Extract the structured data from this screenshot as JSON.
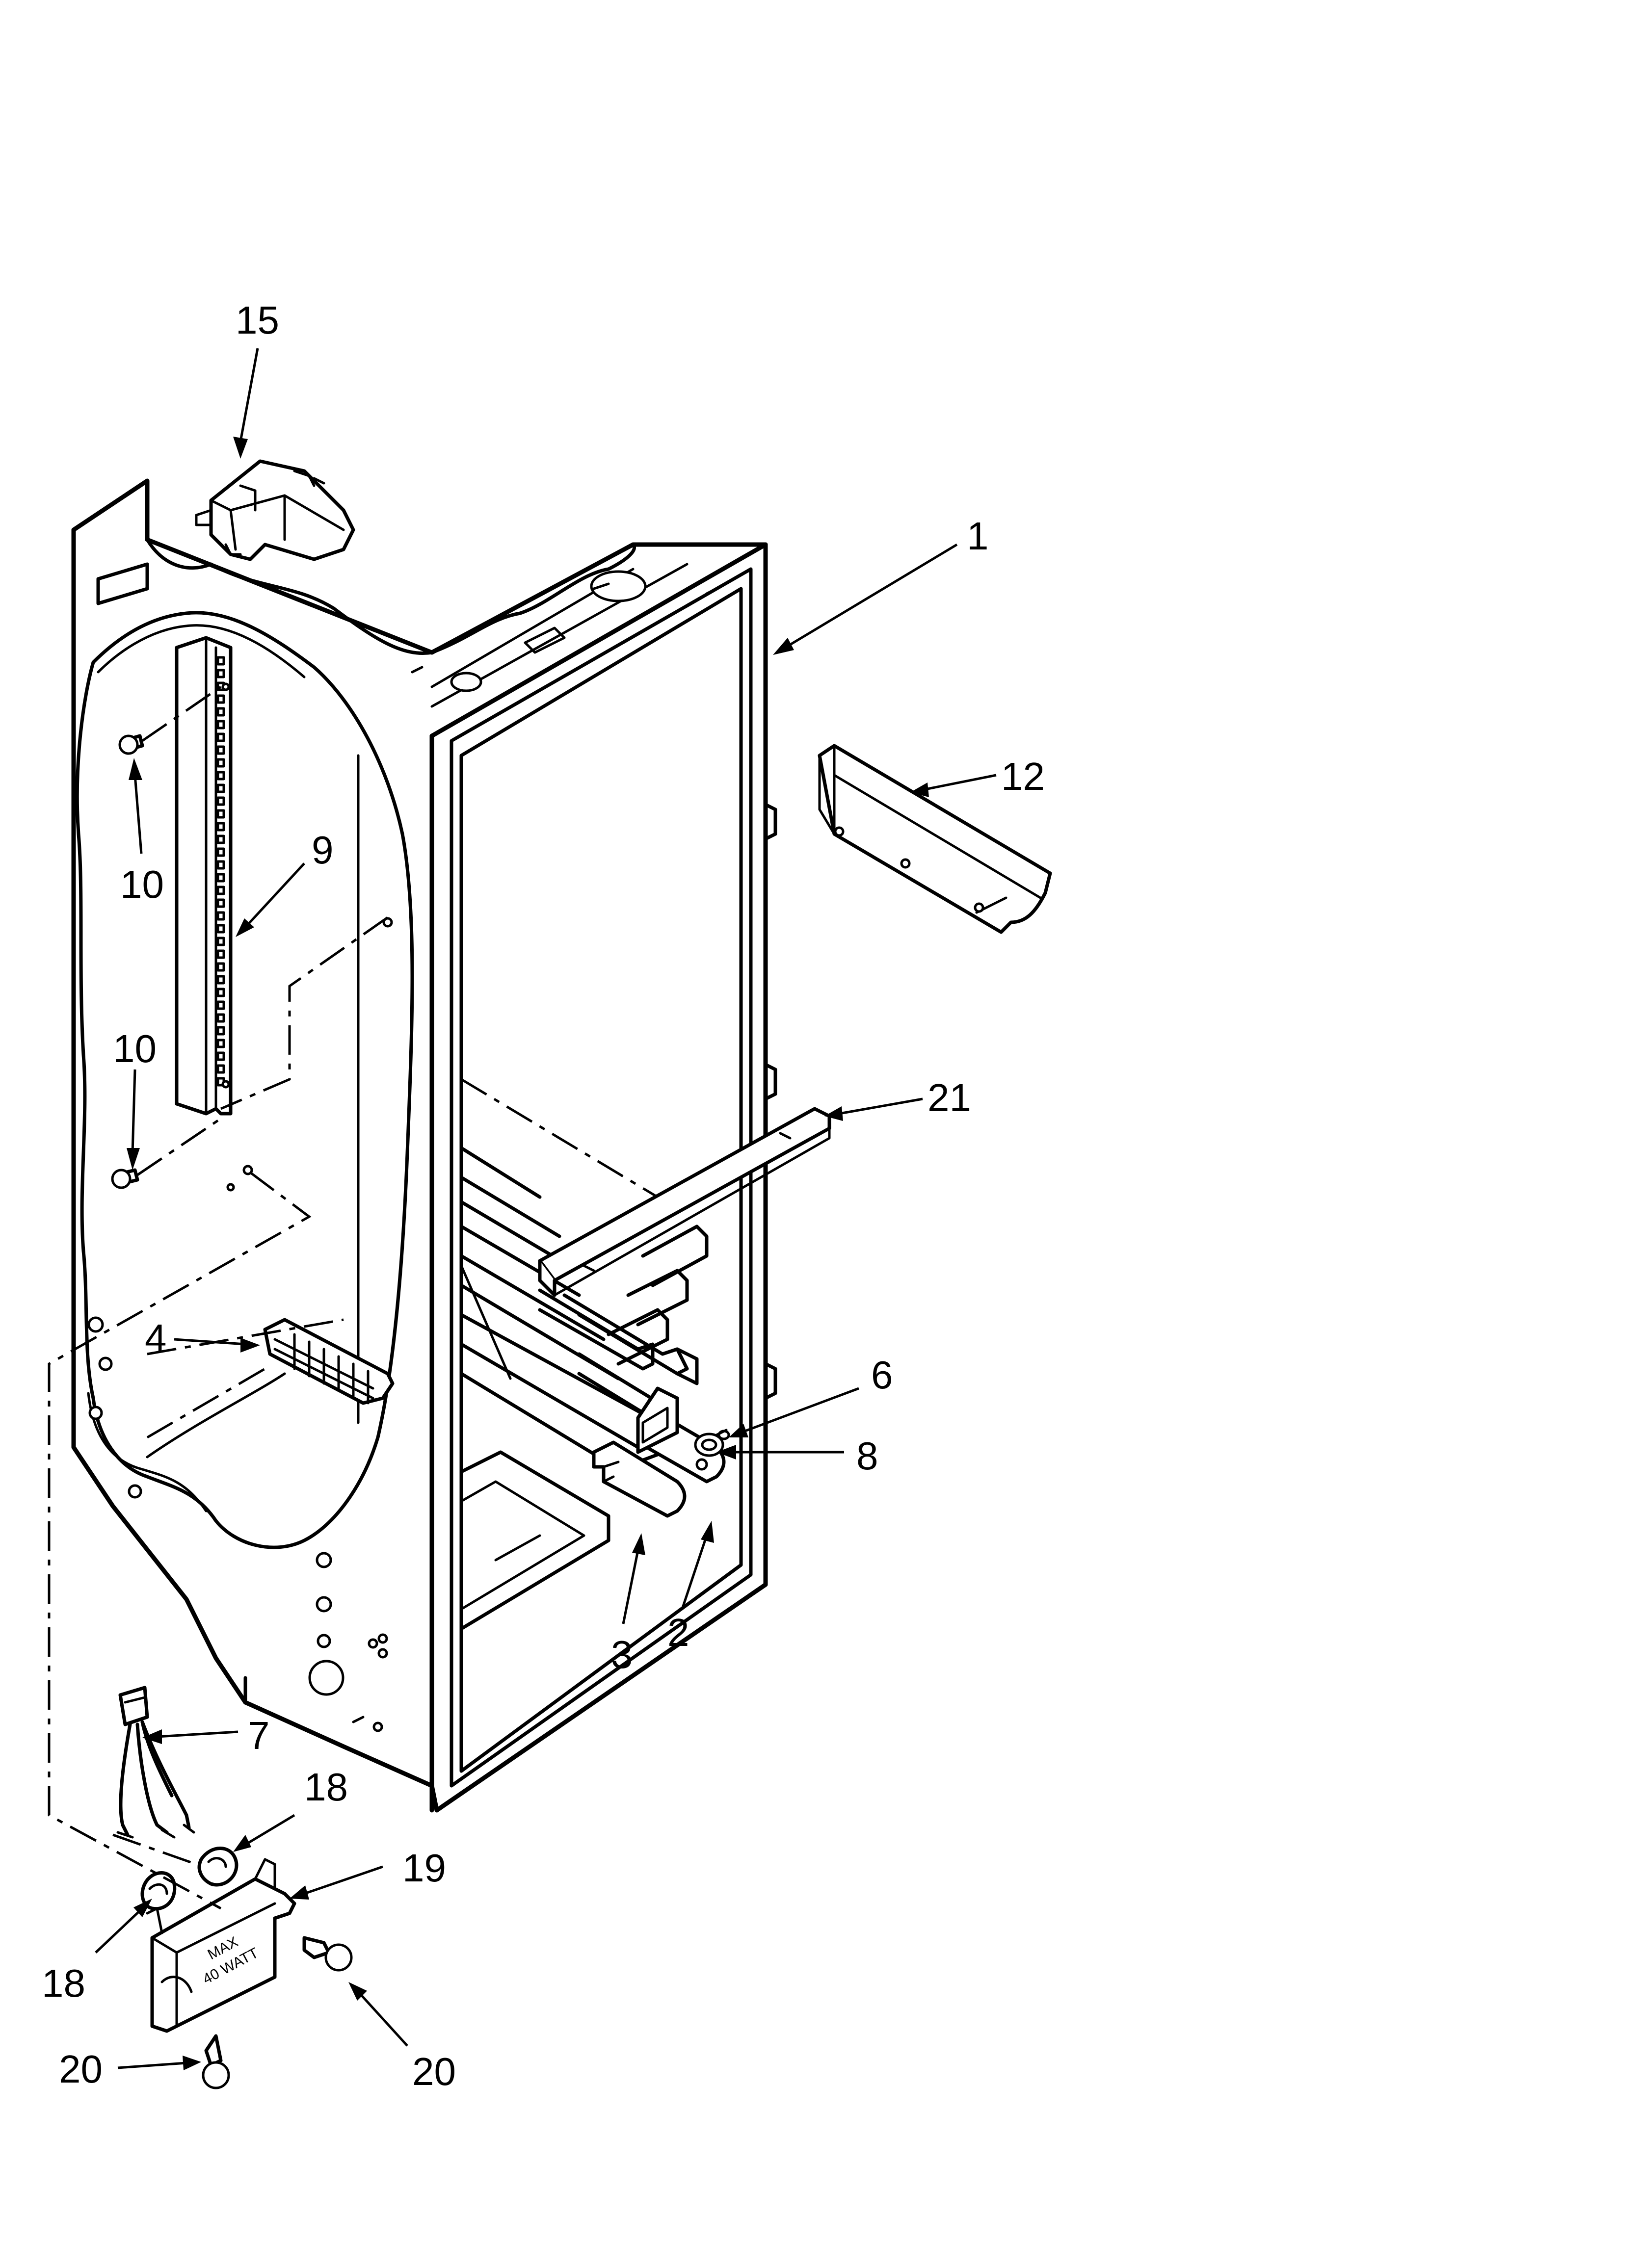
{
  "diagram": {
    "callouts": [
      {
        "id": "c15",
        "label": "15"
      },
      {
        "id": "c1",
        "label": "1"
      },
      {
        "id": "c12",
        "label": "12"
      },
      {
        "id": "c9",
        "label": "9"
      },
      {
        "id": "c10a",
        "label": "10"
      },
      {
        "id": "c10b",
        "label": "10"
      },
      {
        "id": "c21",
        "label": "21"
      },
      {
        "id": "c4",
        "label": "4"
      },
      {
        "id": "c6",
        "label": "6"
      },
      {
        "id": "c8",
        "label": "8"
      },
      {
        "id": "c3",
        "label": "3"
      },
      {
        "id": "c2",
        "label": "2"
      },
      {
        "id": "c7",
        "label": "7"
      },
      {
        "id": "c18a",
        "label": "18"
      },
      {
        "id": "c19",
        "label": "19"
      },
      {
        "id": "c18b",
        "label": "18"
      },
      {
        "id": "c20a",
        "label": "20"
      },
      {
        "id": "c20b",
        "label": "20"
      }
    ],
    "lamp_housing_text": [
      "MAX",
      "40 WATT"
    ]
  }
}
